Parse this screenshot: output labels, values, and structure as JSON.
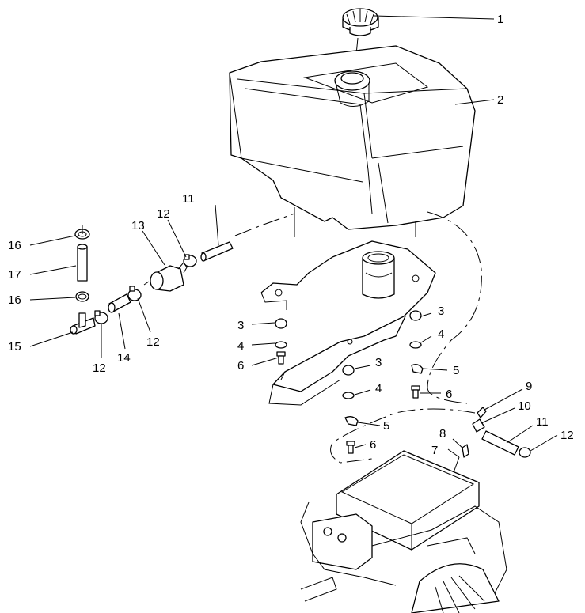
{
  "callouts": [
    {
      "label": "1"
    },
    {
      "label": "2"
    },
    {
      "label": "3"
    },
    {
      "label": "3"
    },
    {
      "label": "3"
    },
    {
      "label": "4"
    },
    {
      "label": "4"
    },
    {
      "label": "4"
    },
    {
      "label": "5"
    },
    {
      "label": "5"
    },
    {
      "label": "6"
    },
    {
      "label": "6"
    },
    {
      "label": "6"
    },
    {
      "label": "7"
    },
    {
      "label": "8"
    },
    {
      "label": "9"
    },
    {
      "label": "10"
    },
    {
      "label": "11"
    },
    {
      "label": "11"
    },
    {
      "label": "12"
    },
    {
      "label": "12"
    },
    {
      "label": "12"
    },
    {
      "label": "12"
    },
    {
      "label": "13"
    },
    {
      "label": "14"
    },
    {
      "label": "15"
    },
    {
      "label": "16"
    },
    {
      "label": "16"
    },
    {
      "label": "17"
    }
  ]
}
